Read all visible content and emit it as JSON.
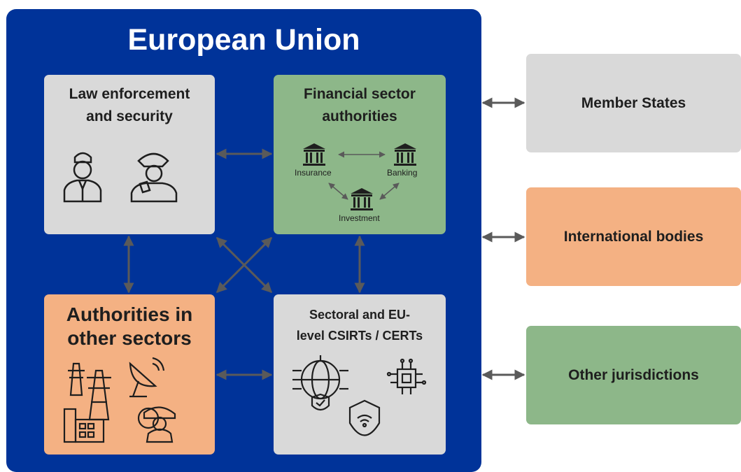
{
  "eu": {
    "title": "European Union",
    "color": "#003399"
  },
  "nodes": {
    "law": {
      "title_line1": "Law enforcement",
      "title_line2": "and security",
      "icons": [
        "police-officer-icon",
        "police-officer-with-badge-icon"
      ]
    },
    "financial": {
      "title_line1": "Financial sector",
      "title_line2": "authorities",
      "sub": {
        "insurance": "Insurance",
        "banking": "Banking",
        "investment": "Investment"
      },
      "icons": [
        "bank-building-icon"
      ]
    },
    "other_sectors": {
      "title_line1": "Authorities in",
      "title_line2": "other sectors",
      "icons": [
        "power-pylon-icon",
        "satellite-dish-icon",
        "factory-icon",
        "engineer-gear-icon"
      ]
    },
    "csirts": {
      "title_line1": "Sectoral and EU-",
      "title_line2": "level CSIRTs / CERTs",
      "icons": [
        "globe-network-shield-icon",
        "chip-circuit-icon",
        "shield-wifi-icon"
      ]
    }
  },
  "external": {
    "member_states": "Member States",
    "international_bodies": "International bodies",
    "other_jurisdictions": "Other jurisdictions"
  },
  "colors": {
    "gray": "#d9d9d9",
    "green": "#8db789",
    "orange": "#f4b183",
    "arrow": "#5a5a5a"
  }
}
